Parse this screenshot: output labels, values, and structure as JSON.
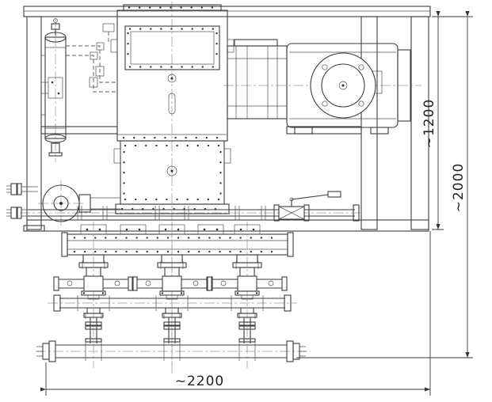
{
  "drawing": {
    "dimensions": {
      "inner_height": "~1200",
      "overall_height": "~2000",
      "overall_width": "~2200"
    }
  }
}
